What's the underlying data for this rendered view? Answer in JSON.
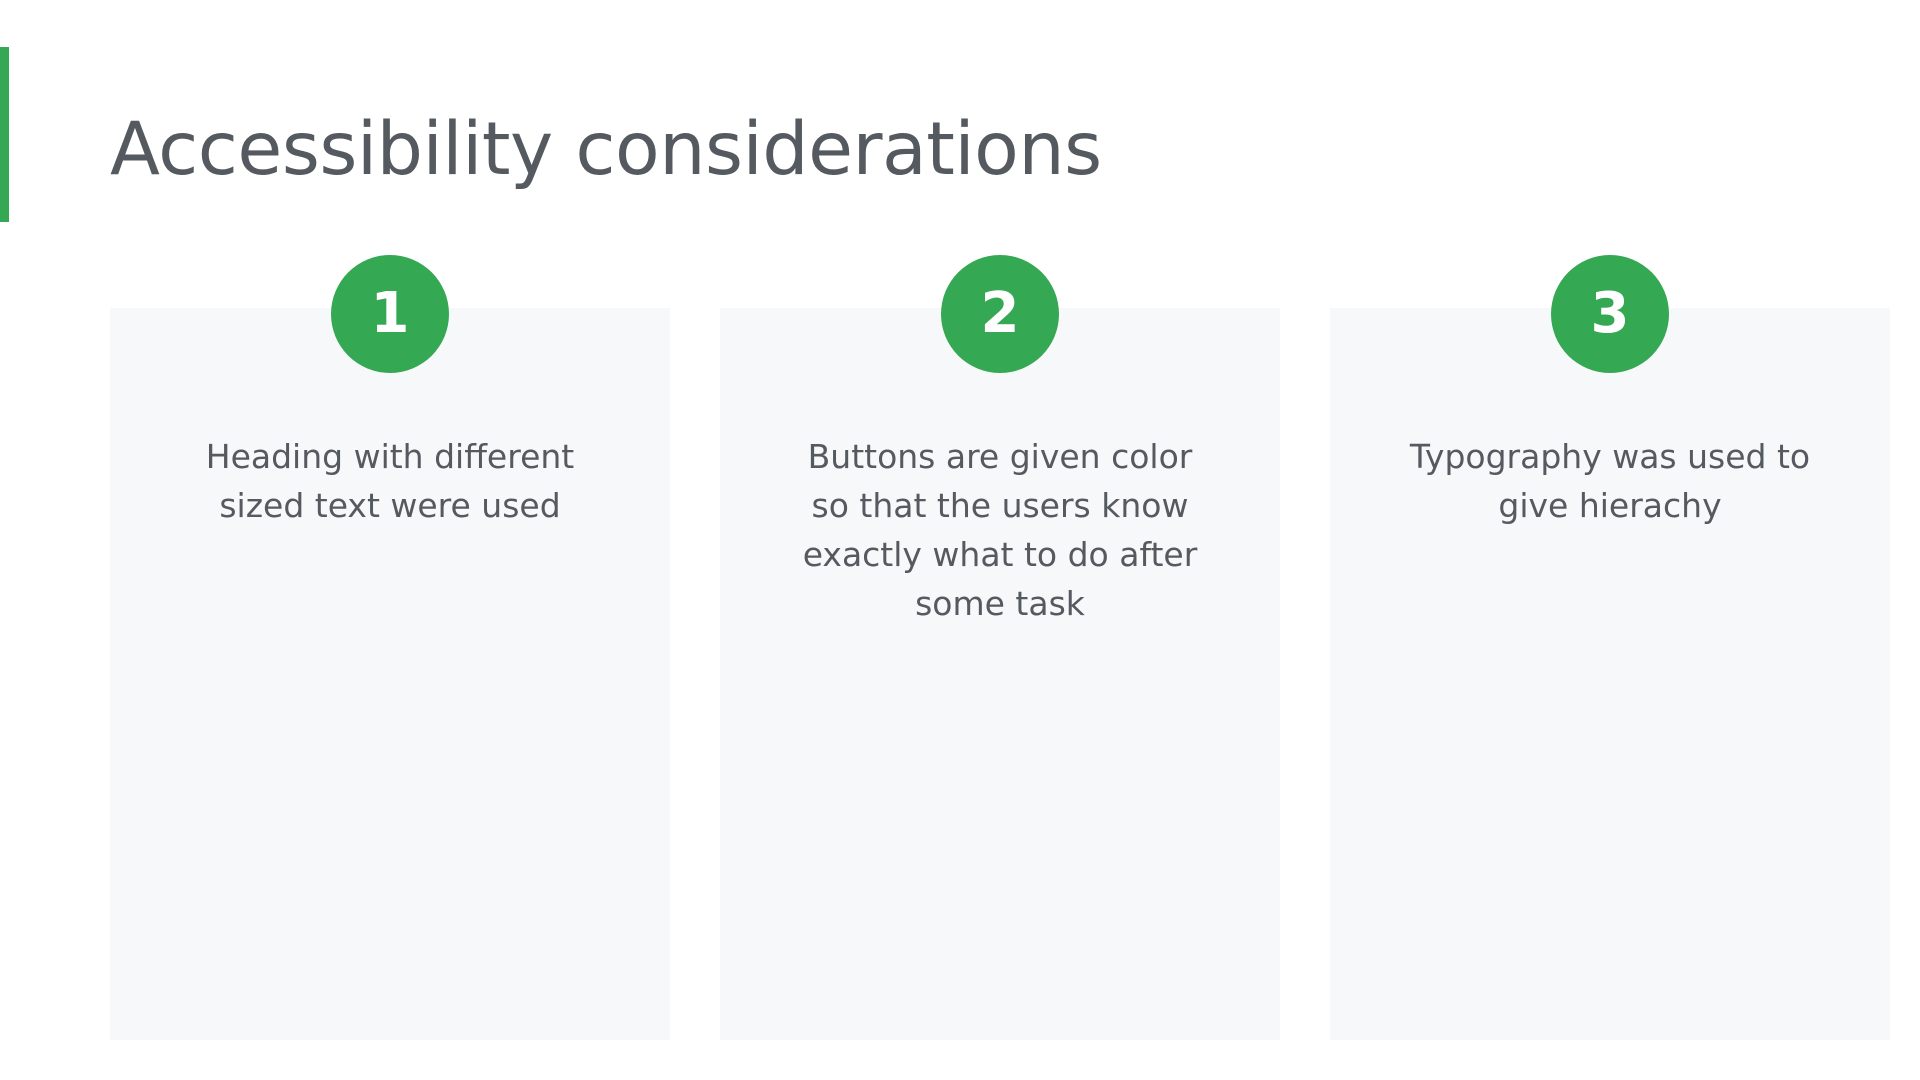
{
  "slide": {
    "title": "Accessibility considerations",
    "accent_color": "#34a853",
    "cards": [
      {
        "number": "1",
        "text": "Heading with different sized text were used"
      },
      {
        "number": "2",
        "text": "Buttons are given color so that the users know exactly what to do after some task"
      },
      {
        "number": "3",
        "text": "Typography was used to give hierachy"
      }
    ]
  }
}
